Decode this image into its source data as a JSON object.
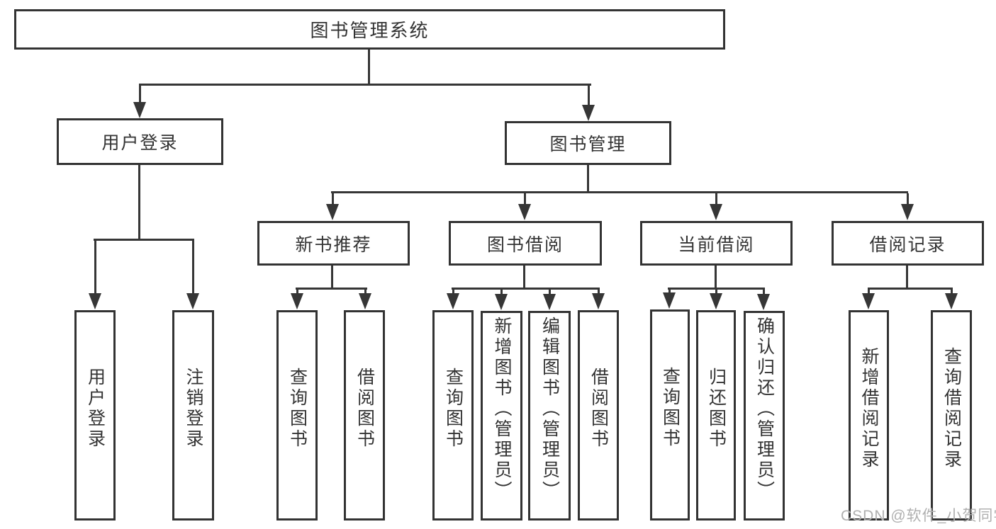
{
  "diagram_title": "图书管理系统",
  "tree": {
    "label": "图书管理系统",
    "children": [
      {
        "label": "用户登录",
        "children": [
          {
            "label": "用户登录"
          },
          {
            "label": "注销登录"
          }
        ]
      },
      {
        "label": "图书管理",
        "children": [
          {
            "label": "新书推荐",
            "children": [
              {
                "label": "查询图书"
              },
              {
                "label": "借阅图书"
              }
            ]
          },
          {
            "label": "图书借阅",
            "children": [
              {
                "label": "查询图书"
              },
              {
                "label": "新增图书（管理员）"
              },
              {
                "label": "编辑图书（管理员）"
              },
              {
                "label": "借阅图书"
              }
            ]
          },
          {
            "label": "当前借阅",
            "children": [
              {
                "label": "查询图书"
              },
              {
                "label": "归还图书"
              },
              {
                "label": "确认归还（管理员）"
              }
            ]
          },
          {
            "label": "借阅记录",
            "children": [
              {
                "label": "新增借阅记录"
              },
              {
                "label": "查询借阅记录"
              }
            ]
          }
        ]
      }
    ]
  },
  "watermark": "CSDN @软件_小贺同学",
  "colors": {
    "line": "#363636",
    "border": "#333333",
    "text": "#333333",
    "watermark": "#b0b0b0",
    "background": "#ffffff"
  }
}
